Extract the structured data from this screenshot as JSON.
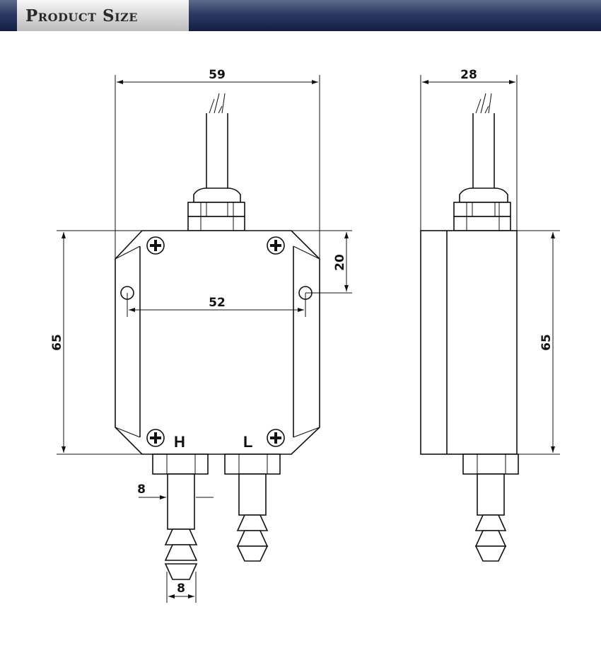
{
  "header": {
    "title": "Product Size"
  },
  "dimensions": {
    "front_width": "59",
    "side_width": "28",
    "mount_hole_spacing": "52",
    "mount_hole_offset": "20",
    "front_height": "65",
    "side_height": "65",
    "nipple_width": "8",
    "barb_width": "8"
  },
  "ports": {
    "high": "H",
    "low": "L"
  }
}
